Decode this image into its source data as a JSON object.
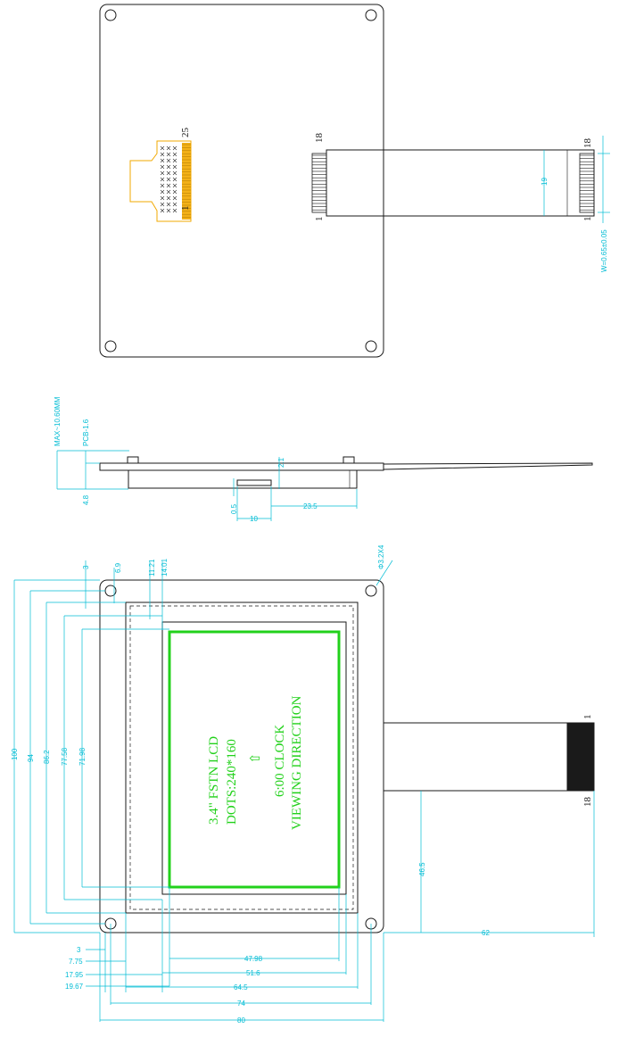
{
  "colors": {
    "outline": "#1a1a1a",
    "dimension": "#00bcd4",
    "active_area": "#22d11b",
    "connector": "#f2a900",
    "dark": "#1a1a1a"
  },
  "top_view": {
    "connector_pins": {
      "first": "1",
      "last": "25"
    },
    "fpc_pins": {
      "left_top": "18",
      "left_bottom": "1",
      "right_top": "18",
      "right_bottom": "1"
    },
    "dims": {
      "fpc_width": "19",
      "pitch": "W=0.65±0.05"
    }
  },
  "side_view": {
    "dims": {
      "max_thickness": "MAX~10.60MM",
      "pcb": "PCB-1.6",
      "height": "4.8",
      "t21": "2.1",
      "t05": "0.5",
      "w10": "10",
      "w235": "23.5"
    }
  },
  "front_view": {
    "lcd_text": [
      "3.4\" FSTN LCD",
      "DOTS:240*160",
      "⇧",
      "6:00 CLOCK",
      "VIEWING DIRECTION"
    ],
    "fpc_pins": {
      "top": "1",
      "bottom": "18"
    },
    "dims": {
      "hole": "Φ3.2X4",
      "top": [
        "3",
        "6.9",
        "11.21",
        "14.01"
      ],
      "left": [
        "100",
        "94",
        "86.2",
        "77.58",
        "71.98"
      ],
      "left_bottom": [
        "3",
        "7.75",
        "17.95",
        "19.67"
      ],
      "bottom": [
        "47.98",
        "51.6",
        "64.5",
        "74",
        "80"
      ],
      "right_h": "46.5",
      "right_w": "62"
    }
  }
}
